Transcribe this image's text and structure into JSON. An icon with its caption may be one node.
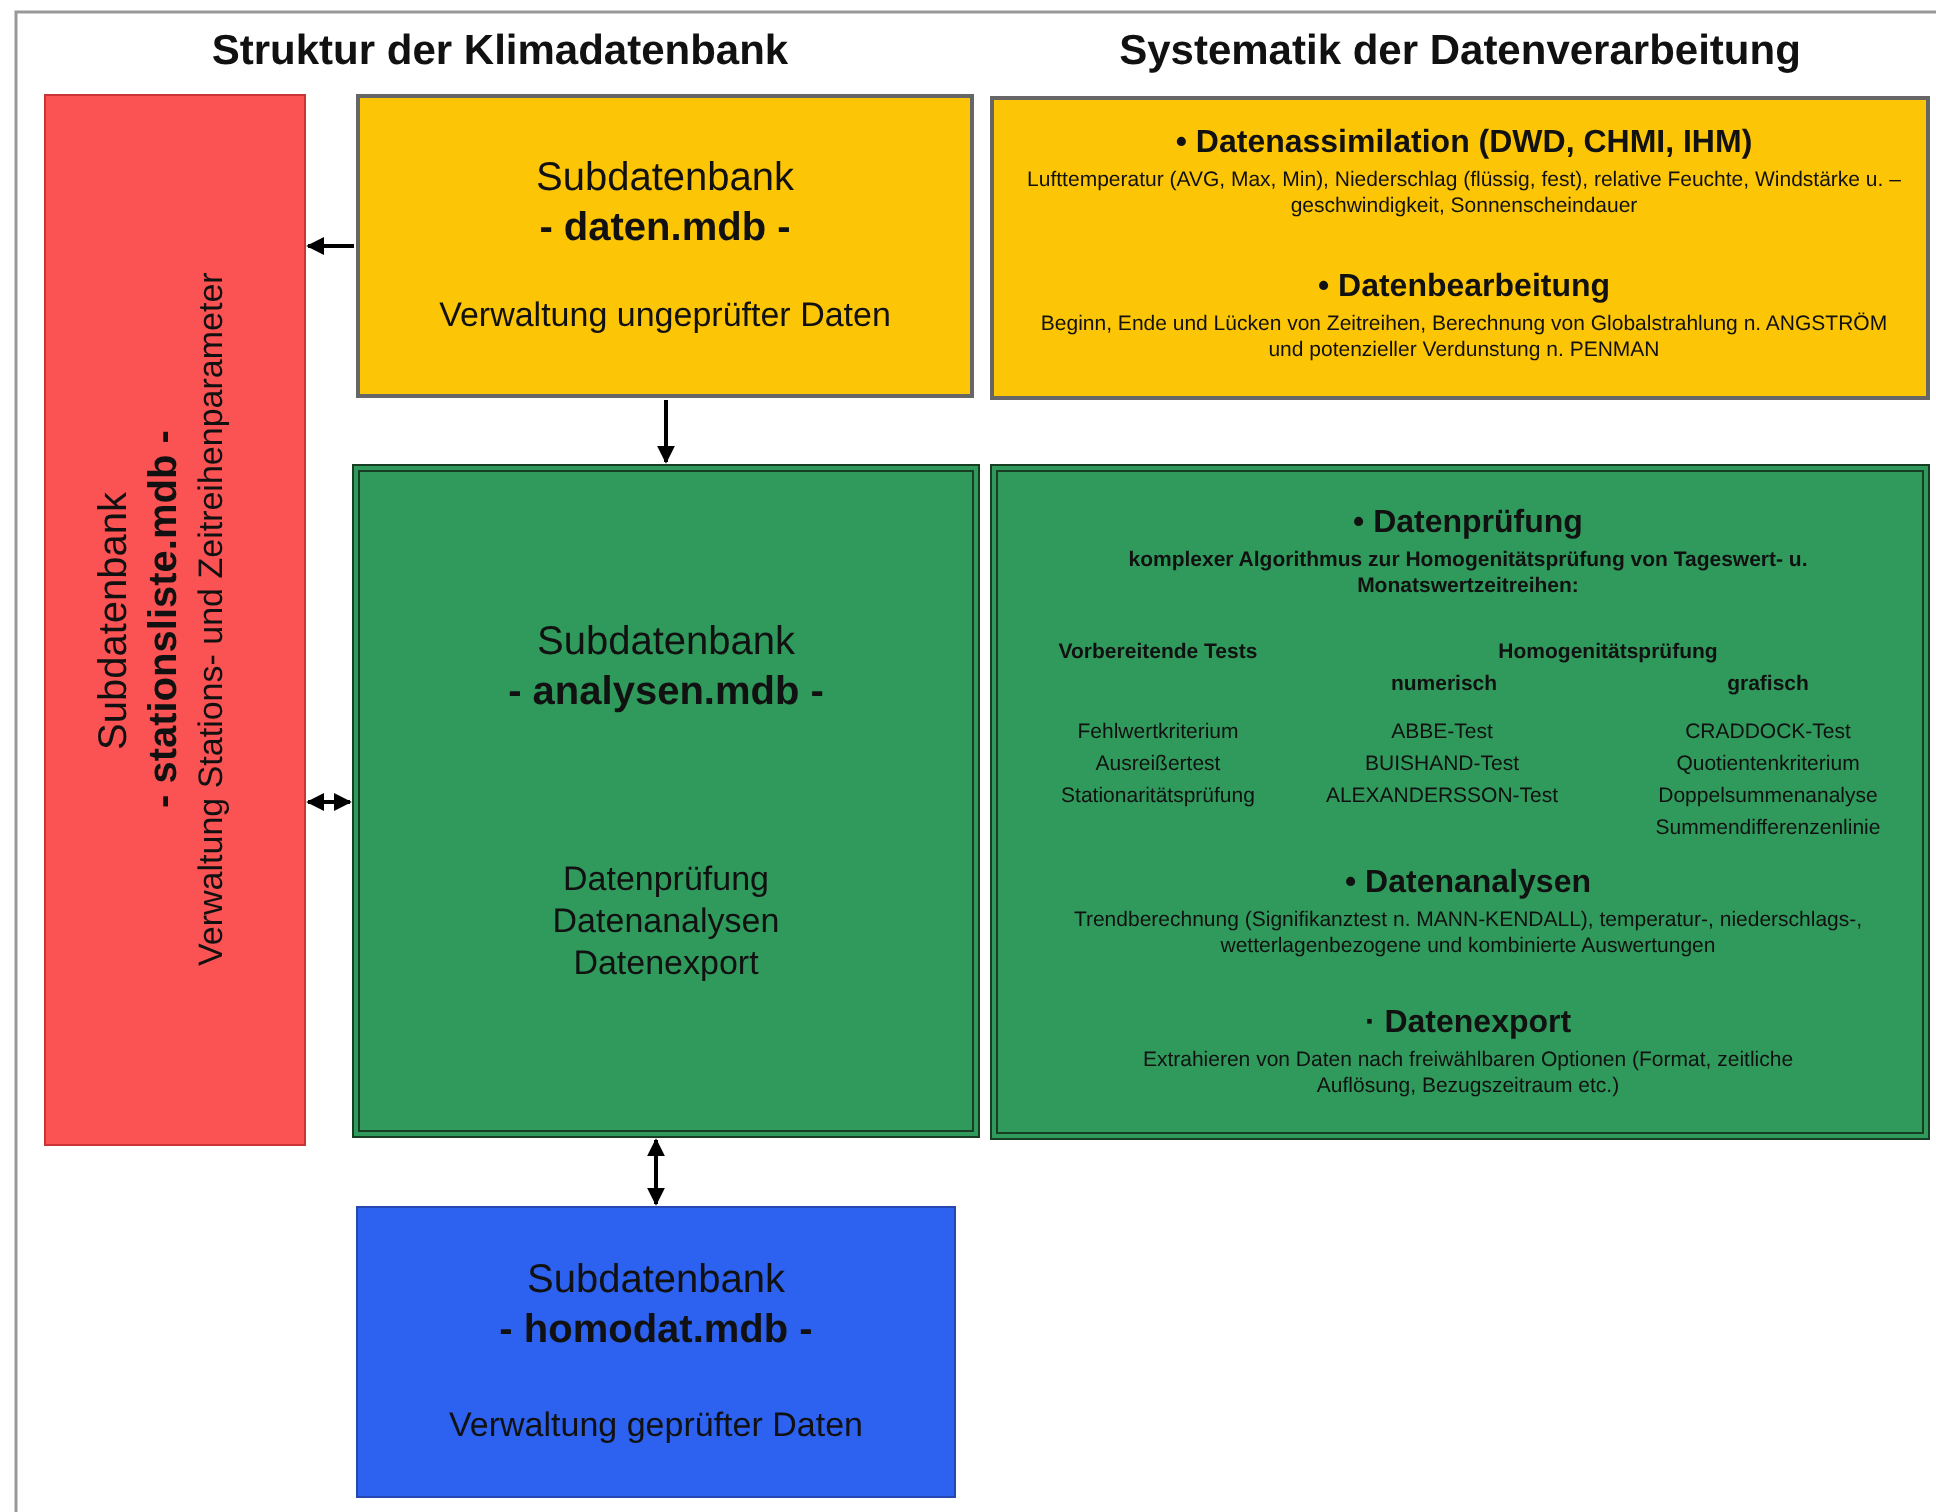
{
  "diagram": {
    "nodes": [
      {
        "text": [
          "Subdatenbank",
          "- stationsliste.mdb -",
          "Verwaltung Stations- und Zeitreihenparameter"
        ]
      },
      {
        "text": [
          "Subdatenbank",
          "- daten.mdb -",
          "Verwaltung ungeprüfter Daten"
        ]
      },
      {
        "text": [
          "Subdatenbank",
          "- analysen.mdb -",
          "Datenprüfung",
          "Datenanalysen",
          "Datenexport"
        ]
      },
      {
        "text": [
          "Subdatenbank",
          "- homodat.mdb -",
          "Verwaltung geprüfter Daten"
        ]
      },
      {
        "text": [
          "• Datenassimilation (DWD, CHMI, IHM)",
          "Lufttemperatur (AVG, Max, Min), Niederschlag (flüssig, fest), relative Feuchte, Windstärke u. –geschwindigkeit, Sonnenscheindauer",
          "• Datenbearbeitung",
          "Beginn, Ende und Lücken von Zeitreihen, Berechnung von Globalstrahlung n. ANGSTRÖM und potenzieller Verdunstung n. PENMAN"
        ]
      },
      {
        "text": [
          "• Datenprüfung",
          "komplexer Algorithmus zur Homogenitätsprüfung von Tageswert- u. Monatswertzeitreihen:",
          "Vorbereitende Tests",
          "Homogenitätsprüfung",
          "numerisch",
          "grafisch",
          "Fehlwertkriterium",
          "Ausreißertest",
          "Stationaritätsprüfung",
          "ABBE-Test",
          "BUISHAND-Test",
          "ALEXANDERSSON-Test",
          "CRADDOCK-Test",
          "Quotientenkriterium",
          "Doppelsummenanalyse",
          "Summendifferenzenlinie",
          "• Datenanalysen",
          "Trendberechnung (Signifikanztest n. MANN-KENDALL), temperatur-, niederschlags-, wetterlagenbezogene und kombinierte Auswertungen",
          "· Datenexport",
          "Extrahieren von Daten nach freiwählbaren Optionen (Format, zeitliche Auflösung, Bezugszeitraum etc.)"
        ]
      }
    ],
    "edges": [
      {
        "from": 1,
        "to": 0,
        "arrow": "to"
      },
      {
        "from": 1,
        "to": 2,
        "arrow": "to"
      },
      {
        "from": 0,
        "to": 2,
        "arrow": "both"
      },
      {
        "from": 2,
        "to": 3,
        "arrow": "both"
      }
    ],
    "labels": [
      "Struktur der Klimadatenbank",
      "Systematik der Datenverarbeitung"
    ]
  }
}
